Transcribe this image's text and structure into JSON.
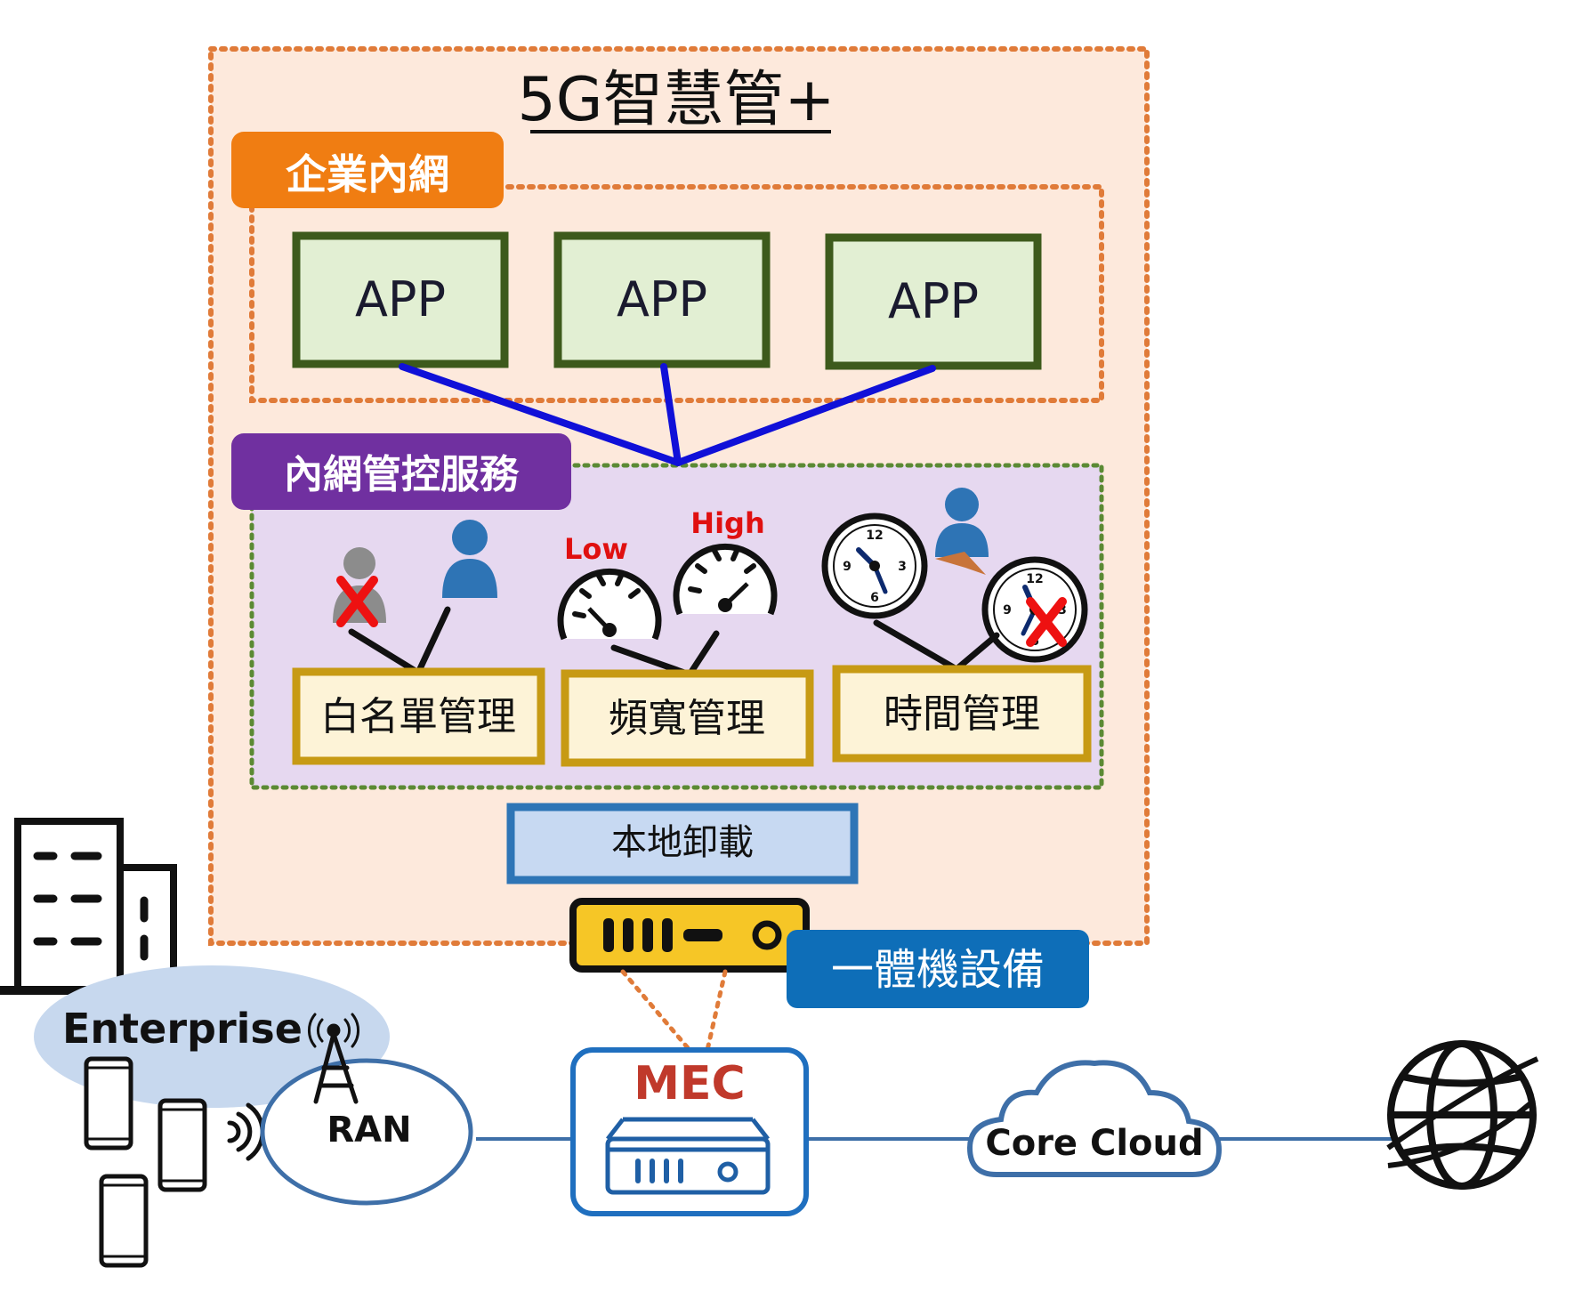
{
  "title": "5G智慧管+",
  "enterprise_lan": {
    "label": "企業內網",
    "apps": [
      "APP",
      "APP",
      "APP"
    ]
  },
  "lan_control": {
    "label": "內網管控服務",
    "services": [
      "白名單管理",
      "頻寬管理",
      "時間管理"
    ],
    "bandwidth_low": "Low",
    "bandwidth_high": "High"
  },
  "local_offload": "本地卸載",
  "appliance_label": "一體機設備",
  "network": {
    "enterprise": "Enterprise",
    "ran": "RAN",
    "mec": "MEC",
    "core_cloud": "Core Cloud"
  },
  "icons": [
    "building-icon",
    "phone-icon",
    "antenna-icon",
    "wifi-signal-icon",
    "server-icon",
    "cloud-icon",
    "globe-icon",
    "user-icon",
    "speedometer-icon",
    "clock-icon",
    "x-mark-icon"
  ],
  "colors": {
    "outer_fill": "#fde9dc",
    "outer_border": "#e07b39",
    "lan_tab": "#f07d12",
    "app_fill": "#e2efd3",
    "app_border": "#3d5a1c",
    "control_tab": "#7030a0",
    "control_fill": "#e6d8f0",
    "service_fill": "#fdf3d7",
    "service_border": "#c79a14",
    "offload_fill": "#c7d9f2",
    "offload_border": "#2e75b6",
    "appliance_tab": "#0e6eb8",
    "link_blue": "#1010d8",
    "reject_red": "#ee1111",
    "person_blue": "#2e74b5",
    "mec_red": "#c0392b"
  }
}
